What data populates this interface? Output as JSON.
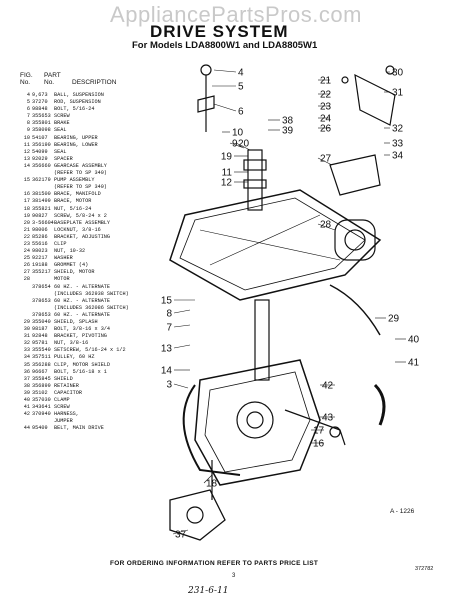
{
  "watermark": "AppliancePartsPros.com",
  "title": "DRIVE SYSTEM",
  "subtitle": "For Models LDA8800W1 and LDA8805W1",
  "table_header": {
    "fig": "FIG.",
    "no": "No.",
    "part": "PART",
    "part_no": "No.",
    "description": "DESCRIPTION"
  },
  "parts": [
    {
      "fig": "4",
      "no": "9,673",
      "desc": "BALL, SUSPENSION"
    },
    {
      "fig": "5",
      "no": "37270",
      "desc": "ROD, SUSPENSION"
    },
    {
      "fig": "6",
      "no": "98848",
      "desc": "BOLT, 5/16-24"
    },
    {
      "fig": "7",
      "no": "355653",
      "desc": "SCREW"
    },
    {
      "fig": "8",
      "no": "355801",
      "desc": "BRAKE"
    },
    {
      "fig": "9",
      "no": "358098",
      "desc": "SEAL"
    },
    {
      "fig": "10",
      "no": "54107",
      "desc": "BEARING, UPPER"
    },
    {
      "fig": "11",
      "no": "356190",
      "desc": "BEARING, LOWER"
    },
    {
      "fig": "12",
      "no": "54099",
      "desc": "SEAL"
    },
    {
      "fig": "13",
      "no": "92029",
      "desc": "SPACER"
    },
    {
      "fig": "14",
      "no": "356660",
      "desc": "GEARCASE ASSEMBLY"
    },
    {
      "fig": "",
      "no": "",
      "desc": "(REFER TO SP 340)"
    },
    {
      "fig": "15",
      "no": "362179",
      "desc": "PUMP ASSEMBLY"
    },
    {
      "fig": "",
      "no": "",
      "desc": "(REFER TO SP 340)"
    },
    {
      "fig": "16",
      "no": "381500",
      "desc": "BRACE, MANIFOLD"
    },
    {
      "fig": "17",
      "no": "381499",
      "desc": "BRACE, MOTOR"
    },
    {
      "fig": "18",
      "no": "355821",
      "desc": "NUT, 5/16-24"
    },
    {
      "fig": "19",
      "no": "90827",
      "desc": "SCREW, 5/8-24 x 2"
    },
    {
      "fig": "20",
      "no": "3-56604",
      "desc": "BASEPLATE ASSEMBLY"
    },
    {
      "fig": "21",
      "no": "98006",
      "desc": "LOCKNUT, 3/8-16"
    },
    {
      "fig": "22",
      "no": "85286",
      "desc": "BRACKET, ADJUSTING"
    },
    {
      "fig": "23",
      "no": "55616",
      "desc": "CLIP"
    },
    {
      "fig": "24",
      "no": "98023",
      "desc": "NUT, 10-32"
    },
    {
      "fig": "25",
      "no": "92217",
      "desc": "WASHER"
    },
    {
      "fig": "26",
      "no": "19188",
      "desc": "GROMMET (4)"
    },
    {
      "fig": "27",
      "no": "355217",
      "desc": "SHIELD, MOTOR"
    },
    {
      "fig": "28",
      "no": "",
      "desc": "MOTOR"
    },
    {
      "fig": "",
      "no": "378654",
      "desc": "60 HZ. - ALTERNATE"
    },
    {
      "fig": "",
      "no": "",
      "desc": "(INCLUDES 362938 SWITCH)"
    },
    {
      "fig": "",
      "no": "378653",
      "desc": "60 HZ. - ALTERNATE"
    },
    {
      "fig": "",
      "no": "",
      "desc": "(INCLUDES 362086 SWITCH)"
    },
    {
      "fig": "",
      "no": "378653",
      "desc": "60 HZ. - ALTERNATE"
    },
    {
      "fig": "29",
      "no": "355040",
      "desc": "SHIELD, SPLASH"
    },
    {
      "fig": "30",
      "no": "98187",
      "desc": "BOLT, 3/8-16 x 3/4"
    },
    {
      "fig": "31",
      "no": "92848",
      "desc": "BRACKET, PIVOTING"
    },
    {
      "fig": "32",
      "no": "95781",
      "desc": "NUT, 3/8-16"
    },
    {
      "fig": "33",
      "no": "355540",
      "desc": "SETSCREW, 5/16-24 x 1/2"
    },
    {
      "fig": "34",
      "no": "357511",
      "desc": "PULLEY, 60 HZ"
    },
    {
      "fig": "35",
      "no": "356288",
      "desc": "CLIP, MOTOR SHIELD"
    },
    {
      "fig": "36",
      "no": "96667",
      "desc": "BOLT, 5/16-18 x 1"
    },
    {
      "fig": "37",
      "no": "355845",
      "desc": "SHIELD"
    },
    {
      "fig": "38",
      "no": "356899",
      "desc": "RETAINER"
    },
    {
      "fig": "39",
      "no": "35102",
      "desc": "CAPACITOR"
    },
    {
      "fig": "40",
      "no": "357030",
      "desc": "CLAMP"
    },
    {
      "fig": "41",
      "no": "343641",
      "desc": "SCREW"
    },
    {
      "fig": "42",
      "no": "370940",
      "desc": "HARNESS,"
    },
    {
      "fig": "",
      "no": "",
      "desc": "JUMPER"
    },
    {
      "fig": "44",
      "no": "95409",
      "desc": "BELT, MAIN DRIVE"
    }
  ],
  "callouts": [
    "4",
    "5",
    "6",
    "10",
    "38",
    "39",
    "9",
    "11",
    "12",
    "8",
    "7",
    "13",
    "14",
    "3",
    "30",
    "21",
    "22",
    "23",
    "24",
    "26",
    "31",
    "32",
    "33",
    "34",
    "27",
    "28",
    "29",
    "40",
    "41",
    "42",
    "43",
    "17",
    "16",
    "18",
    "37",
    "20",
    "19",
    "15"
  ],
  "diagram_ref": "A - 1226",
  "footer": "FOR ORDERING INFORMATION REFER TO PARTS PRICE LIST",
  "page_number": "3",
  "doc_code": "372782",
  "handwriting": "231-6-11"
}
